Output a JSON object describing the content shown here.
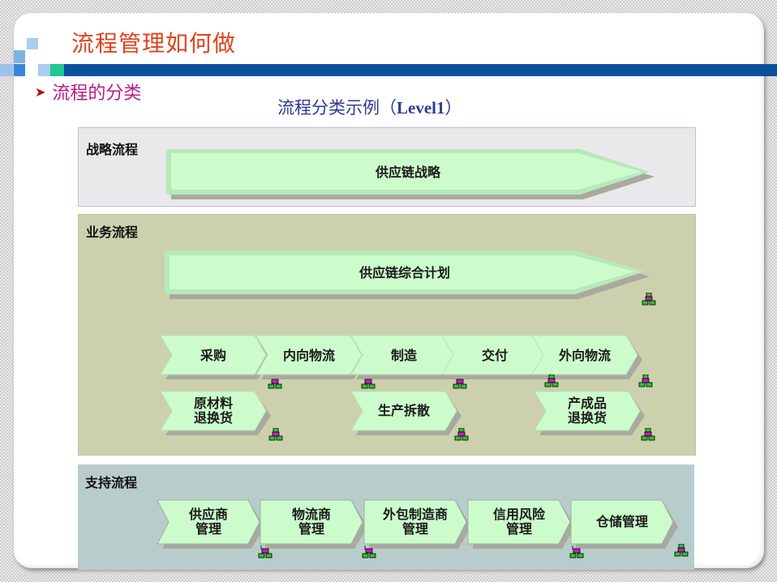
{
  "slide": {
    "title": "流程管理如何做",
    "bullet": "流程的分类",
    "bullet_icon": "arrow-bullet-icon",
    "subtitle_cn": "流程分类示例（",
    "subtitle_level": "Level1",
    "subtitle_close": "）"
  },
  "colors": {
    "title": "#e0421e",
    "bullet": "#b51a8c",
    "subtitle": "#2d3a91",
    "header_bar": "#0b519e",
    "header_accent": "#1ec88e",
    "strategy_panel": "#e9e9ec",
    "business_panel": "#cdd0ad",
    "support_panel": "#b9cccc",
    "shape_fill": "#ccfccc",
    "org_icon_top": "#c020c0",
    "org_icon_bottom": "#30c030"
  },
  "panels": {
    "strategy": {
      "label": "战略流程",
      "banner": "供应链战略"
    },
    "business": {
      "label": "业务流程",
      "banner": "供应链综合计划",
      "row1": [
        "采购",
        "内向物流",
        "制造",
        "交付",
        "外向物流"
      ],
      "row2": [
        "原材料\n退换货",
        "生产拆散",
        "产成品\n退换货"
      ]
    },
    "support": {
      "label": "支持流程",
      "items": [
        "供应商\n管理",
        "物流商\n管理",
        "外包制造商\n管理",
        "信用风险\n管理",
        "仓储管理"
      ]
    }
  },
  "icons": {
    "subprocess": "org-chart-icon"
  }
}
